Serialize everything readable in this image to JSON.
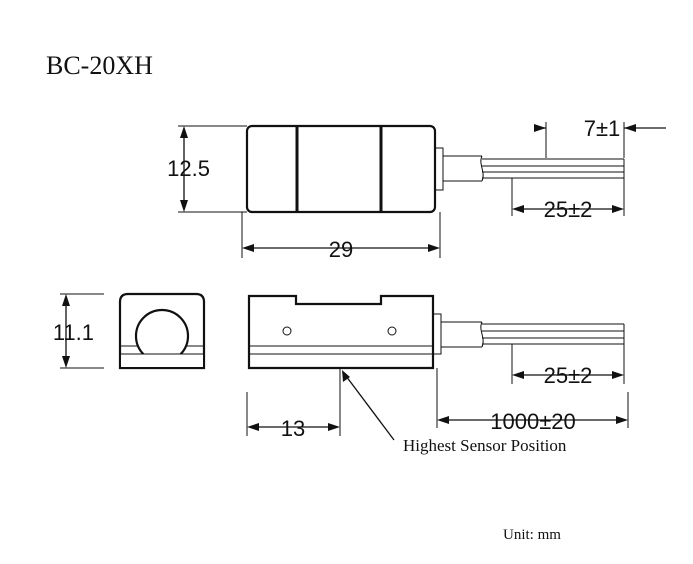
{
  "title": "BC-20XH",
  "dimensions": {
    "height_top": "12.5",
    "length": "29",
    "lead_tip": "7±1",
    "lead_strip_top": "25±2",
    "height_side": "11.1",
    "lead_strip_bottom": "25±2",
    "sensor_offset": "13",
    "cable_length": "1000±20"
  },
  "annotation": "Highest Sensor Position",
  "unit": "Unit: mm"
}
